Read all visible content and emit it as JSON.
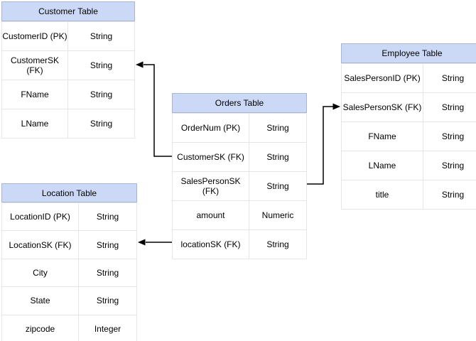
{
  "diagram": {
    "colors": {
      "table_header_fill": "#CBD9F6",
      "table_header_border": "#A9B4CE",
      "table_body_border": "#E6E6E6",
      "connector": "#000000",
      "text": "#000000",
      "background": "#FFFFFF"
    },
    "tables": [
      {
        "title": "Customer Table",
        "rows": [
          {
            "field": "CustomerID (PK)",
            "type": "String"
          },
          {
            "field": "CustomerSK (FK)",
            "type": "String"
          },
          {
            "field": "FName",
            "type": "String"
          },
          {
            "field": "LName",
            "type": "String"
          }
        ]
      },
      {
        "title": "Orders Table",
        "rows": [
          {
            "field": "OrderNum (PK)",
            "type": "String"
          },
          {
            "field": "CustomerSK (FK)",
            "type": "String"
          },
          {
            "field": "SalesPersonSK (FK)",
            "type": "String"
          },
          {
            "field": "amount",
            "type": "Numeric"
          },
          {
            "field": "locationSK (FK)",
            "type": "String"
          }
        ]
      },
      {
        "title": "Employee Table",
        "rows": [
          {
            "field": "SalesPersonID (PK)",
            "type": "String"
          },
          {
            "field": "SalesPersonSK (FK)",
            "type": "String"
          },
          {
            "field": "FName",
            "type": "String"
          },
          {
            "field": "LName",
            "type": "String"
          },
          {
            "field": "title",
            "type": "String"
          }
        ]
      },
      {
        "title": "Location Table",
        "rows": [
          {
            "field": "LocationID (PK)",
            "type": "String"
          },
          {
            "field": "LocationSK (FK)",
            "type": "String"
          },
          {
            "field": "City",
            "type": "String"
          },
          {
            "field": "State",
            "type": "String"
          },
          {
            "field": "zipcode",
            "type": "Integer"
          }
        ]
      }
    ],
    "connectors": [
      {
        "from": "Orders Table: CustomerSK (FK)",
        "to": "Customer Table: CustomerSK (FK)"
      },
      {
        "from": "Orders Table: SalesPersonSK (FK)",
        "to": "Employee Table: SalesPersonSK (FK)"
      },
      {
        "from": "Orders Table: locationSK (FK)",
        "to": "Location Table: LocationSK (FK)"
      }
    ]
  }
}
